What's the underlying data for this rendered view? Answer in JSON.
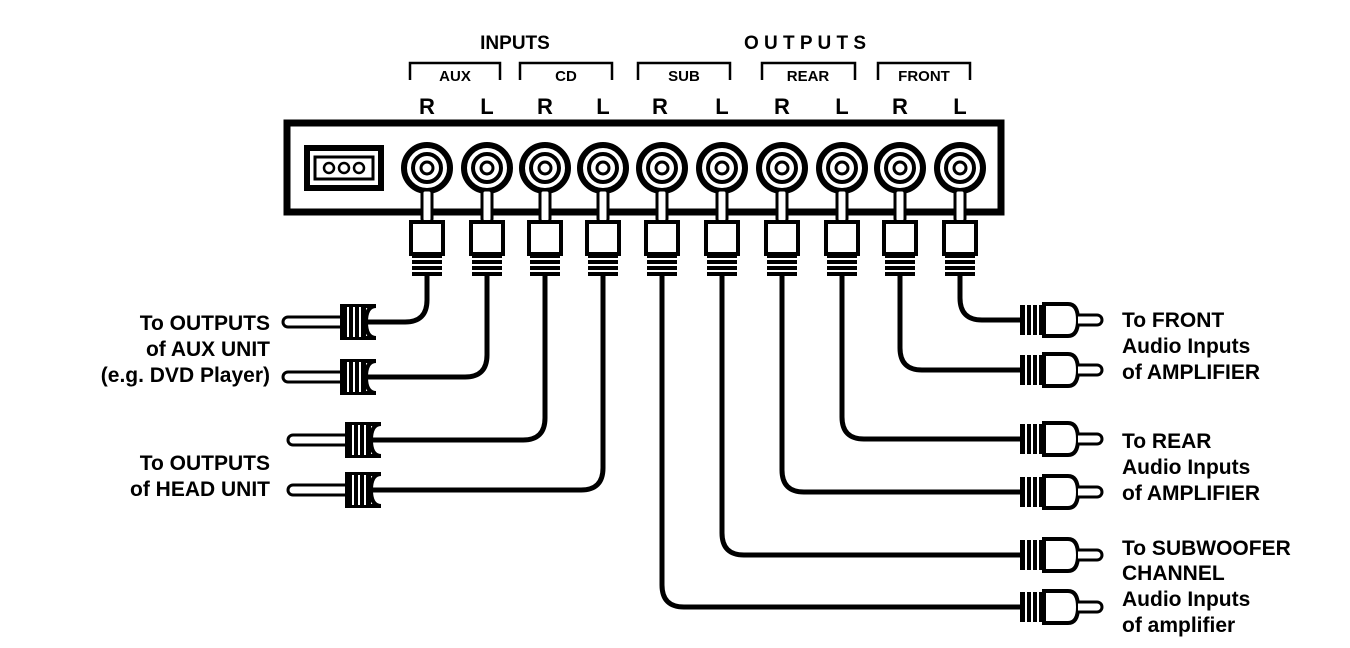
{
  "headings": {
    "inputs": "INPUTS",
    "outputs": "O U T P U T S"
  },
  "groups": [
    "AUX",
    "CD",
    "SUB",
    "REAR",
    "FRONT"
  ],
  "channels": [
    "R",
    "L",
    "R",
    "L",
    "R",
    "L",
    "R",
    "L",
    "R",
    "L"
  ],
  "left_labels": {
    "aux": [
      "To OUTPUTS",
      "of AUX UNIT",
      "(e.g. DVD Player)"
    ],
    "head": [
      "To OUTPUTS",
      "of HEAD UNIT"
    ]
  },
  "right_labels": {
    "front": [
      "To FRONT",
      "Audio Inputs",
      "of AMPLIFIER"
    ],
    "rear": [
      "To REAR",
      "Audio Inputs",
      "of AMPLIFIER"
    ],
    "sub": [
      "To SUBWOOFER",
      "CHANNEL",
      "Audio Inputs",
      "of amplifier"
    ]
  },
  "colors": {
    "line": "#000000",
    "background": "#ffffff"
  },
  "icons": {
    "power_connector": "three-pin-connector-icon",
    "jack": "rca-jack-icon",
    "plug": "rca-plug-icon"
  }
}
